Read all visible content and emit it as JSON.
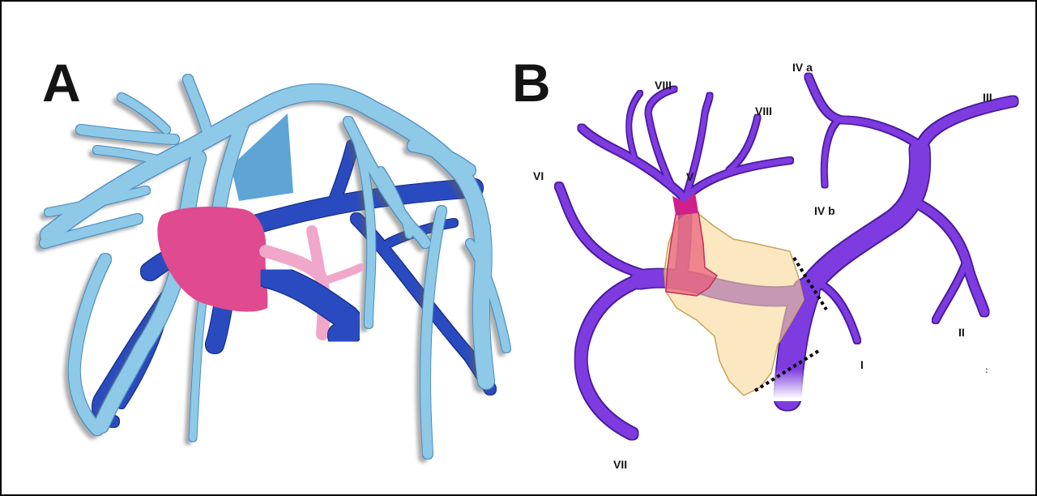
{
  "panels": {
    "a": {
      "label": "A"
    },
    "b": {
      "label": "B",
      "segments": {
        "viii_left": "VIII",
        "viii_right": "VIII",
        "v": "V",
        "vi": "VI",
        "iva": "IV a",
        "ivb": "IV b",
        "iii": "III",
        "ii": "II",
        "i": "I",
        "vii": "VII"
      },
      "stray_mark": ":"
    }
  },
  "colors": {
    "light_blue": "#8ec9e8",
    "medium_blue": "#5ea5d6",
    "dark_blue": "#2a4cc0",
    "tumor_pink": "#e04a8e",
    "light_pink": "#f0a7c9",
    "purple": "#7d3ae0",
    "tumor_zone": "#f8d796",
    "resection_zone": "#e85a78",
    "resection_top": "#d0208a"
  }
}
